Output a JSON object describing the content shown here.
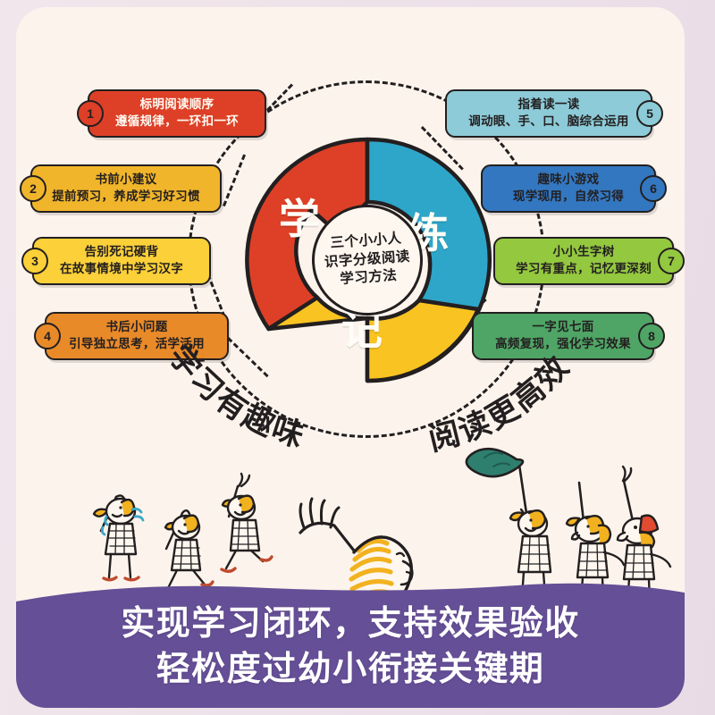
{
  "poster": {
    "background_color": "#ece0e9",
    "card_color": "#fcf4ec"
  },
  "center": {
    "hub_line1": "三个小小人",
    "hub_line2": "识字分级阅读",
    "hub_line3": "学习方法",
    "segments": [
      {
        "label": "学",
        "color": "#dd4027",
        "name": "learn"
      },
      {
        "label": "练",
        "color": "#2ea6c9",
        "name": "practice"
      },
      {
        "label": "记",
        "color": "#f9c322",
        "name": "memorize"
      }
    ]
  },
  "items_left": [
    {
      "number": "1",
      "line1": "标明阅读顺序",
      "line2": "遵循规律，一环扣一环",
      "color": "#dd4027",
      "text_color": "#fffaf2"
    },
    {
      "number": "2",
      "line1": "书前小建议",
      "line2": "提前预习，养成学习好习惯",
      "color": "#f0b52a",
      "text_color": "#231f20"
    },
    {
      "number": "3",
      "line1": "告别死记硬背",
      "line2": "在故事情境中学习汉字",
      "color": "#fbd038",
      "text_color": "#231f20"
    },
    {
      "number": "4",
      "line1": "书后小问题",
      "line2": "引导独立思考，活学活用",
      "color": "#e98a29",
      "text_color": "#231f20"
    }
  ],
  "items_right": [
    {
      "number": "5",
      "line1": "指着读一读",
      "line2": "调动眼、手、口、脑综合运用",
      "color": "#8ccbd7",
      "text_color": "#231f20"
    },
    {
      "number": "6",
      "line1": "趣味小游戏",
      "line2": "现学现用，自然习得",
      "color": "#3377c0",
      "text_color": "#231f20"
    },
    {
      "number": "7",
      "line1": "小小生字树",
      "line2": "学习有重点，记忆更深刻",
      "color": "#93c83f",
      "text_color": "#231f20"
    },
    {
      "number": "8",
      "line1": "一字见七面",
      "line2": "高频复现，强化学习效果",
      "color": "#4fa565",
      "text_color": "#231f20"
    }
  ],
  "slogan": {
    "left": "学习有趣味",
    "right": "阅读更高效"
  },
  "banner": {
    "color": "#654f96",
    "line1": "实现学习闭环，支持效果验收",
    "line2": "轻松度过幼小衔接关键期"
  },
  "illustration": {
    "figure_hair_color": "#f2b21f",
    "figure_outline_color": "#231f20",
    "flag_color": "#2f7f6f",
    "hat_color": "#e04b31",
    "shoe_color": "#c04a2e"
  }
}
